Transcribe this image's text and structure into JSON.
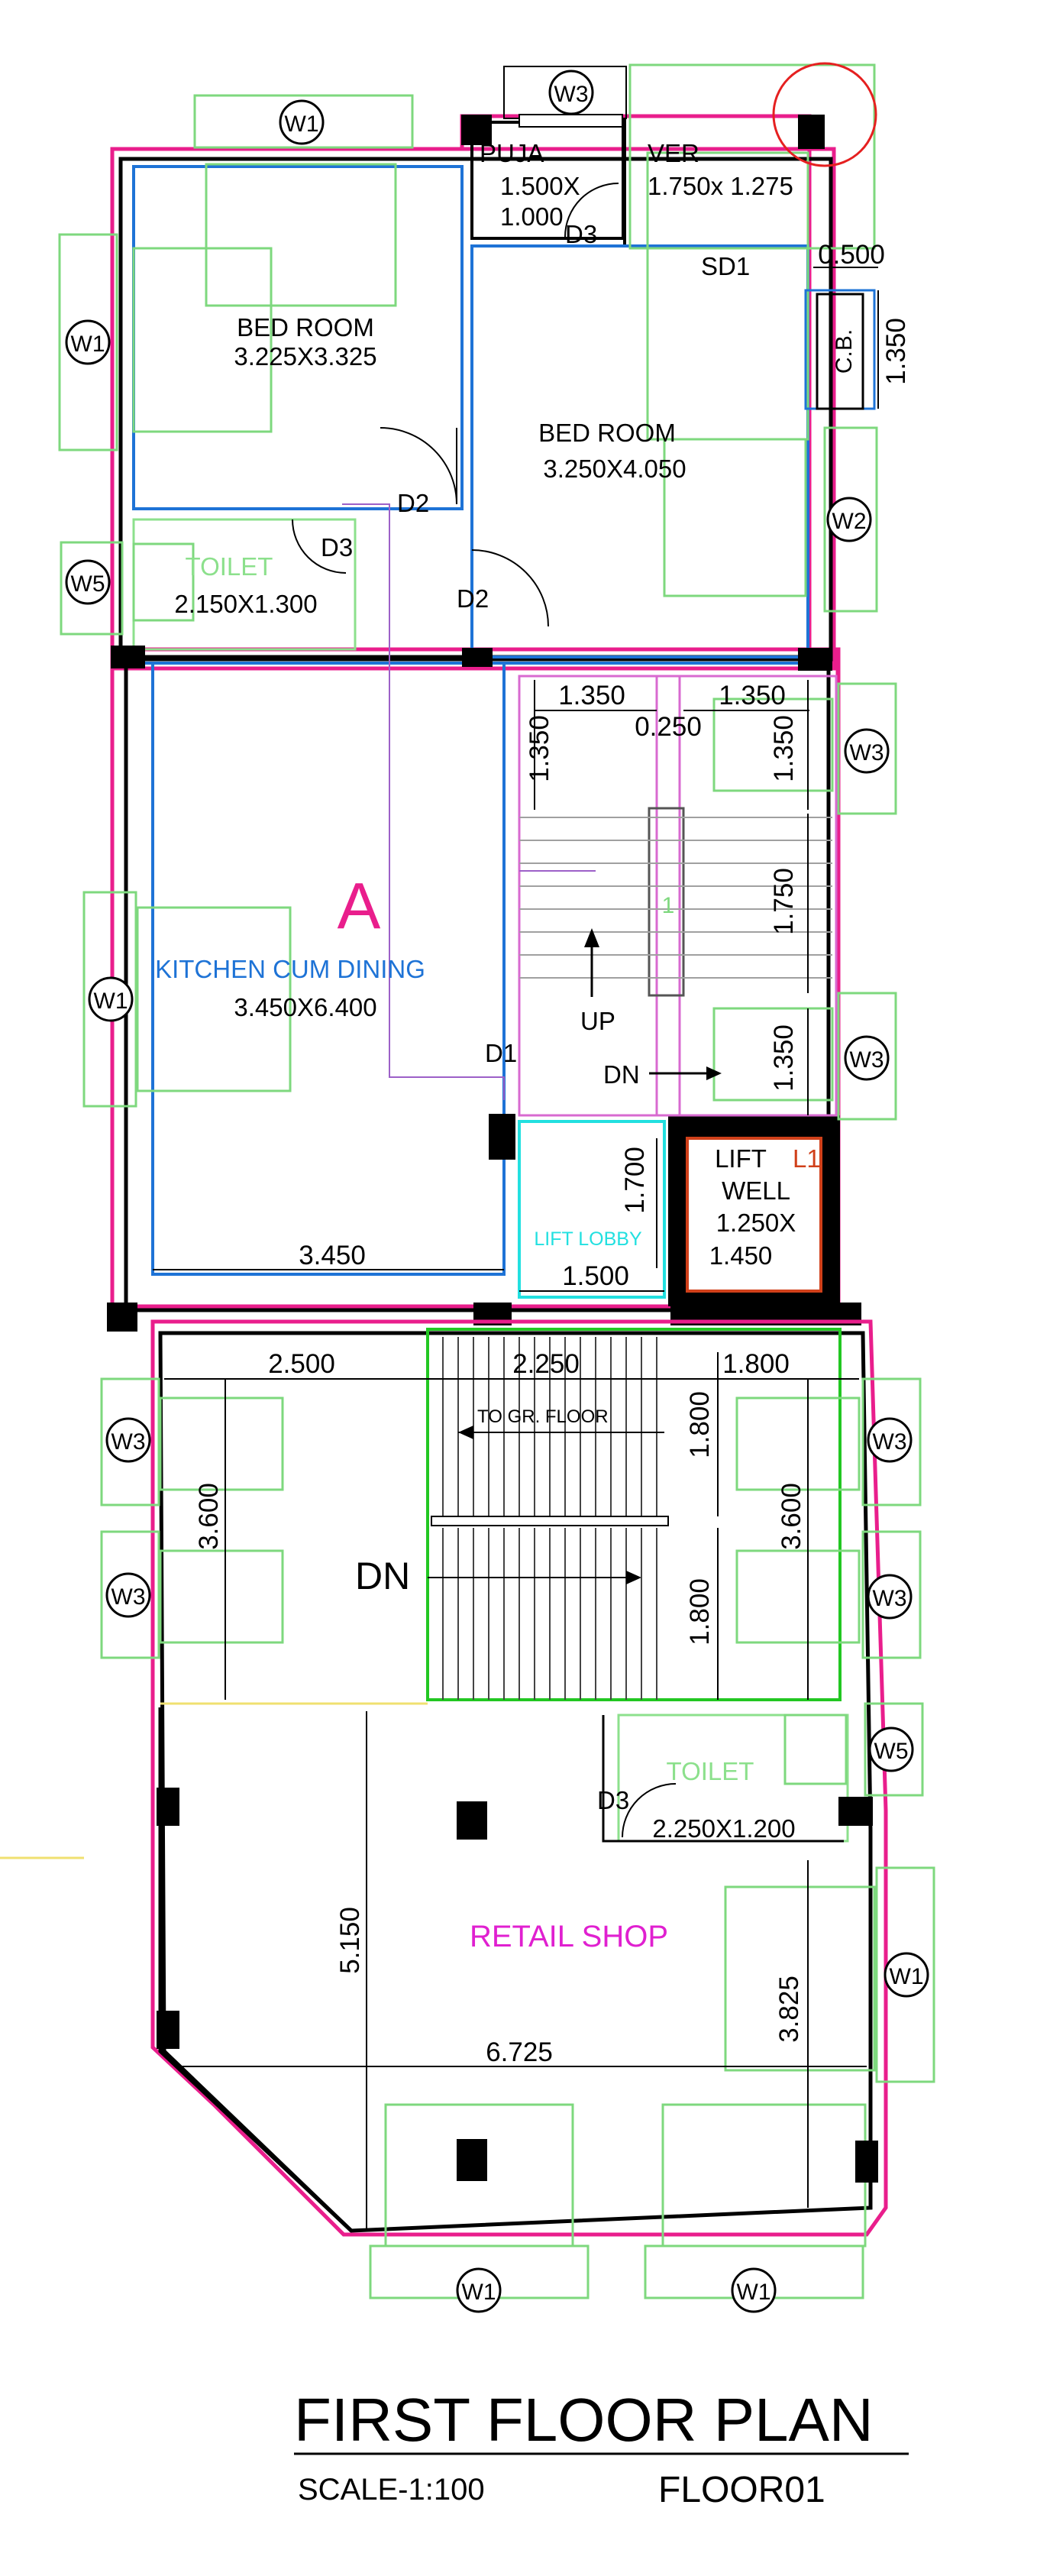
{
  "plan": {
    "title": "FIRST FLOOR PLAN",
    "scale": "SCALE-1:100",
    "floor_code": "FLOOR01",
    "zone_label": "A",
    "stair_marker": "1"
  },
  "rooms": {
    "bed1": {
      "name": "BED ROOM",
      "size": "3.225X3.325"
    },
    "bed2": {
      "name": "BED ROOM",
      "size": "3.250X4.050"
    },
    "puja": {
      "name": "PUJA",
      "size1": "1.500X",
      "size2": "1.000"
    },
    "ver": {
      "name": "VER",
      "size": "1.750x 1.275"
    },
    "toilet1": {
      "name": "TOILET",
      "size": "2.150X1.300"
    },
    "kitchen": {
      "name": "KITCHEN CUM DINING",
      "size": "3.450X6.400"
    },
    "lift_lobby": {
      "name": "LIFT LOBBY"
    },
    "lift": {
      "name1": "LIFT",
      "code": "L1",
      "name2": "WELL",
      "size1": "1.250X",
      "size2": "1.450"
    },
    "cb": {
      "name": "C.B."
    },
    "toilet2": {
      "name": "TOILET",
      "size": "2.250X1.200"
    },
    "retail": {
      "name": "RETAIL SHOP"
    }
  },
  "labels": {
    "up": "UP",
    "dn_stair": "DN",
    "dn_lower": "DN",
    "to_ground": "TO GR. FLOOR"
  },
  "doors": {
    "d1": "D1",
    "d2": "D2",
    "d3": "D3",
    "sd1": "SD1"
  },
  "windows": {
    "w1": "W1",
    "w2": "W2",
    "w3": "W3",
    "w5": "W5"
  },
  "dimensions": {
    "d0500": "0.500",
    "d1350": "1.350",
    "d0250": "0.250",
    "d1750": "1.750",
    "d1700": "1.700",
    "d1500": "1.500",
    "d3450": "3.450",
    "d2500": "2.500",
    "d2250": "2.250",
    "d1800": "1.800",
    "d3600": "3.600",
    "d5150": "5.150",
    "d3825": "3.825",
    "d6725": "6.725"
  },
  "colors": {
    "outline": "#e91e8c",
    "room_blue": "#1e73d6",
    "window_green": "#7ed87e",
    "stair_green": "#22c722",
    "lift_cyan": "#22e0e0",
    "lift_red": "#d0401a",
    "retail_magenta": "#e020d0"
  }
}
